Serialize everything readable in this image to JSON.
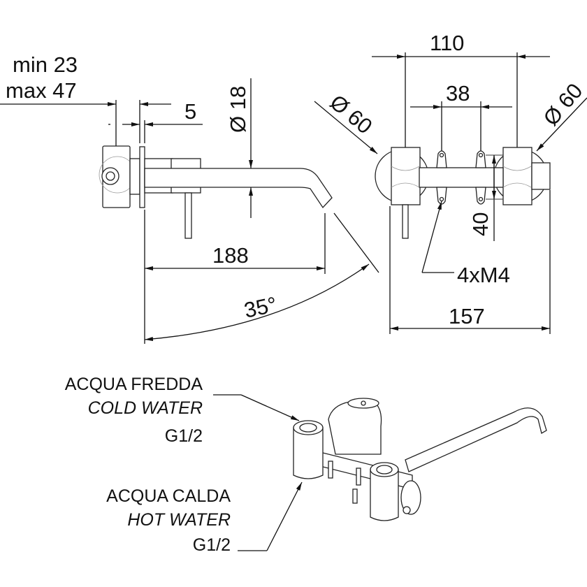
{
  "side_view": {
    "wall_depth_min": "min 23",
    "wall_depth_max": "max 47",
    "flange_thickness": "5",
    "spout_diameter": "Ø 18",
    "spout_length": "188",
    "swivel_angle": "35°"
  },
  "front_view": {
    "left_rosette_diameter": "Ø 60",
    "right_rosette_diameter": "Ø 60",
    "center_distance": "110",
    "bracket_spacing": "38",
    "bracket_height": "40",
    "screws": "4xM4",
    "overall_width": "157"
  },
  "connections": {
    "cold": {
      "label_it": "ACQUA FREDDA",
      "label_en": "COLD WATER",
      "thread": "G1/2"
    },
    "hot": {
      "label_it": "ACQUA CALDA",
      "label_en": "HOT WATER",
      "thread": "G1/2"
    }
  }
}
